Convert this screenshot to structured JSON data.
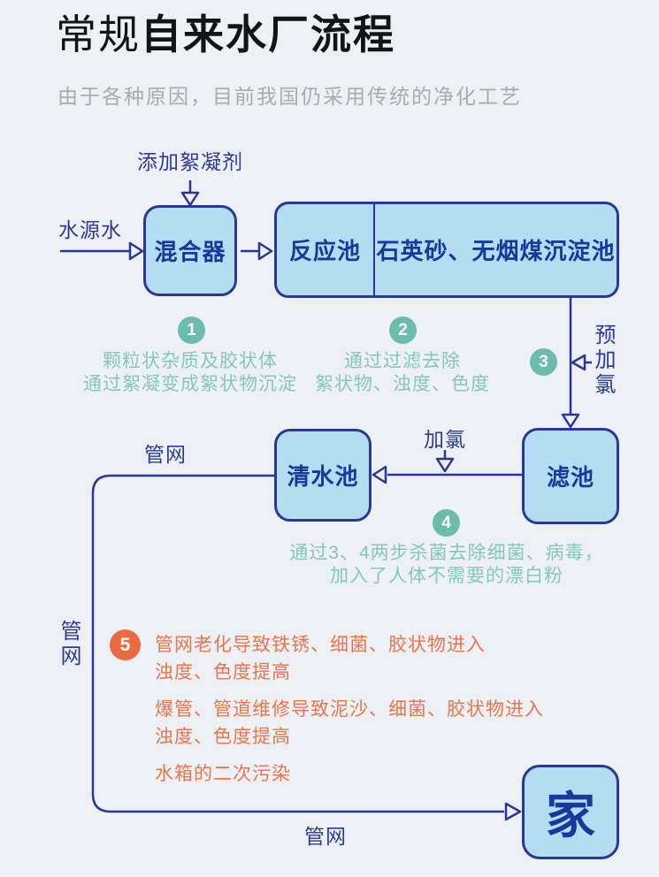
{
  "header": {
    "title_regular": "常规",
    "title_bold": "自来水厂流程",
    "subtitle": "由于各种原因，目前我国仍采用传统的净化工艺"
  },
  "nodes": {
    "mixer": "混合器",
    "reaction_pool": "反应池",
    "sedimentation_pool": "石英砂、无烟煤沉淀池",
    "filter_pool": "滤池",
    "clear_water_pool": "清水池",
    "home": "家"
  },
  "labels": {
    "add_coagulant": "添加絮凝剂",
    "source_water": "水源水",
    "pre_chlorination": "预加氯",
    "chlorination": "加氯",
    "pipe_network_top": "管网",
    "pipe_network_left": "管网",
    "pipe_network_bottom": "管网"
  },
  "steps": [
    {
      "num": "1",
      "lines": [
        "颗粒状杂质及胶状体",
        "通过絮凝变成絮状物沉淀"
      ]
    },
    {
      "num": "2",
      "lines": [
        "通过过滤去除",
        "絮状物、浊度、色度"
      ]
    },
    {
      "num": "3"
    },
    {
      "num": "4",
      "lines": [
        "通过3、4两步杀菌去除细菌、病毒，",
        "加入了人体不需要的漂白粉"
      ]
    },
    {
      "num": "5",
      "paragraphs": [
        [
          "管网老化导致铁锈、细菌、胶状物进入",
          "浊度、色度提高"
        ],
        [
          "爆管、管道维修导致泥沙、细菌、胶状物进入",
          "浊度、色度提高"
        ],
        [
          "水箱的二次污染"
        ]
      ]
    }
  ],
  "colors": {
    "background": "#EDF1F6",
    "box_fill": "#B4DDF1",
    "box_border": "#2B3796",
    "box_text": "#16399E",
    "label_text": "#2E3A96",
    "teal_badge": "#6BBCAE",
    "teal_text": "#85C8BB",
    "orange_badge": "#EA6A42",
    "orange_text": "#ED744B",
    "subtitle_gray": "#ABABAB",
    "title_black": "#141414"
  }
}
